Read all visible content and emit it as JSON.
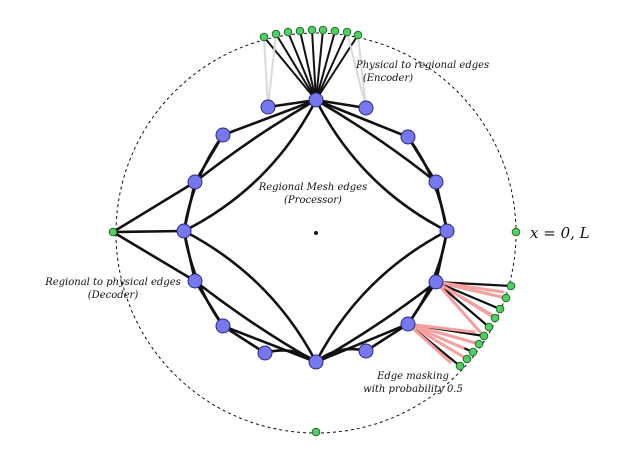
{
  "labels": {
    "encoder_line1": "Physical to regional edges",
    "encoder_line2": "(Encoder)",
    "processor_line1": "Regional Mesh edges",
    "processor_line2": "(Processor)",
    "decoder_line1": "Regional to physical edges",
    "decoder_line2": "(Decoder)",
    "masking_line1": "Edge masking",
    "masking_line2": "with probability 0.5",
    "boundary": "x = 0, L"
  },
  "colors": {
    "regional_node": "#7777ee",
    "regional_node_stroke": "#2a2a7a",
    "physical_node": "#55cc66",
    "physical_node_stroke": "#1e6b2a",
    "edge": "#111111",
    "encoder_edge_faded": "#d9d9d9",
    "masked_edge": "#f4a0a0"
  },
  "legend": {
    "regional_node_icon": "blue-circle",
    "physical_node_icon": "green-circle"
  }
}
